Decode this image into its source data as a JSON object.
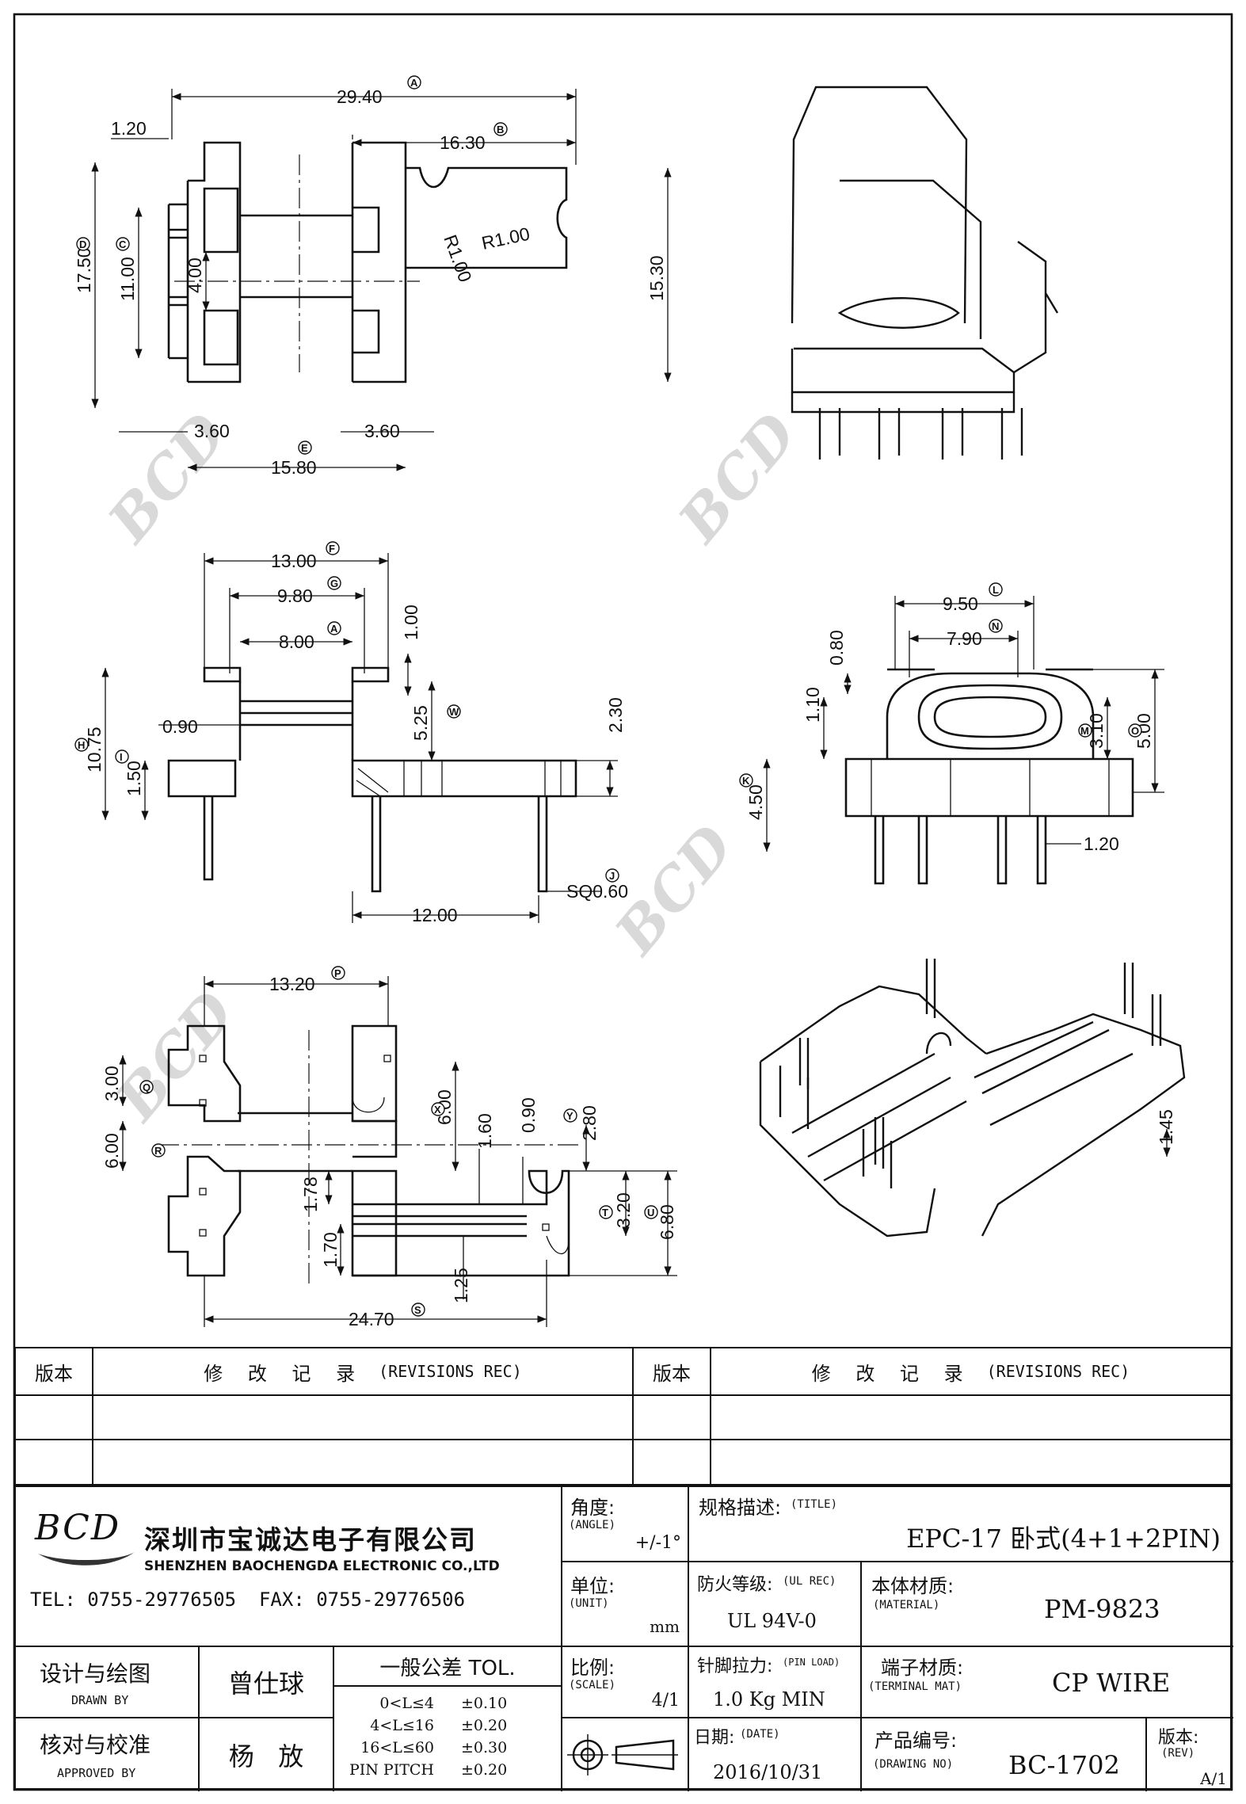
{
  "views": {
    "top": {
      "dims": [
        "29.40",
        "16.30",
        "1.20",
        "17.50",
        "11.00",
        "4.00",
        "R1.00",
        "R1.00",
        "15.30",
        "3.60",
        "3.60",
        "15.80"
      ],
      "refs": [
        "A",
        "B",
        "C",
        "D",
        "E"
      ]
    },
    "front": {
      "dims": [
        "13.00",
        "9.80",
        "8.00",
        "1.00",
        "5.25",
        "0.90",
        "10.75",
        "1.50",
        "2.30",
        "12.00",
        "SQ0.60"
      ],
      "refs": [
        "F",
        "G",
        "A",
        "W",
        "H",
        "I",
        "J"
      ]
    },
    "side": {
      "dims": [
        "9.50",
        "7.90",
        "0.80",
        "1.10",
        "3.10",
        "5.00",
        "4.50",
        "1.20"
      ],
      "refs": [
        "L",
        "N",
        "M",
        "O",
        "K"
      ]
    },
    "bottom": {
      "dims": [
        "13.20",
        "3.00",
        "6.00",
        "6.00",
        "1.60",
        "0.90",
        "2.80",
        "1.78",
        "3.20",
        "6.80",
        "1.70",
        "1.25",
        "24.70"
      ],
      "refs": [
        "P",
        "Q",
        "R",
        "X",
        "Y",
        "T",
        "U",
        "S"
      ]
    },
    "iso2": {
      "dims": [
        "1.45"
      ]
    }
  },
  "revisions": {
    "col_version": "版本",
    "col_title": "修 改 记 录",
    "col_title_en": "(REVISIONS REC)"
  },
  "company": {
    "logo": "BCD",
    "name_cn": "深圳市宝诚达电子有限公司",
    "name_en": "SHENZHEN BAOCHENGDA ELECTRONIC CO.,LTD",
    "contact": "TEL: 0755-29776505  FAX: 0755-29776506"
  },
  "titleblock": {
    "angle_label": "角度:",
    "angle_en": "(ANGLE)",
    "angle_value": "+/-1°",
    "title_label": "规格描述:",
    "title_en": "(TITLE)",
    "title_value": "EPC-17 卧式(4+1+2PIN)",
    "unit_label": "单位:",
    "unit_en": "(UNIT)",
    "unit_value": "mm",
    "ul_label": "防火等级:",
    "ul_en": "(UL REC)",
    "ul_value": "UL 94V-0",
    "material_label": "本体材质:",
    "material_en": "(MATERIAL)",
    "material_value": "PM-9823",
    "scale_label": "比例:",
    "scale_en": "(SCALE)",
    "scale_value": "4/1",
    "pinload_label": "针脚拉力:",
    "pinload_en": "(PIN LOAD)",
    "pinload_value": "1.0 Kg MIN",
    "terminal_label": "端子材质:",
    "terminal_en": "(TERMINAL MAT)",
    "terminal_value": "CP WIRE",
    "date_label": "日期:",
    "date_en": "(DATE)",
    "date_value": "2016/10/31",
    "drawing_label": "产品编号:",
    "drawing_en": "(DRAWING NO)",
    "drawing_value": "BC-1702",
    "rev_label": "版本:",
    "rev_en": "(REV)",
    "rev_value": "A/1",
    "drawn_label": "设计与绘图",
    "drawn_en": "DRAWN BY",
    "drawn_value": "曾仕球",
    "approved_label": "核对与校准",
    "approved_en": "APPROVED BY",
    "approved_value": "杨   放",
    "tol_title": "一般公差 TOL.",
    "tol": [
      {
        "range": "0<L≤4",
        "value": "±0.10"
      },
      {
        "range": "4<L≤16",
        "value": "±0.20"
      },
      {
        "range": "16<L≤60",
        "value": "±0.30"
      },
      {
        "range": "PIN PITCH",
        "value": "±0.20"
      }
    ]
  }
}
